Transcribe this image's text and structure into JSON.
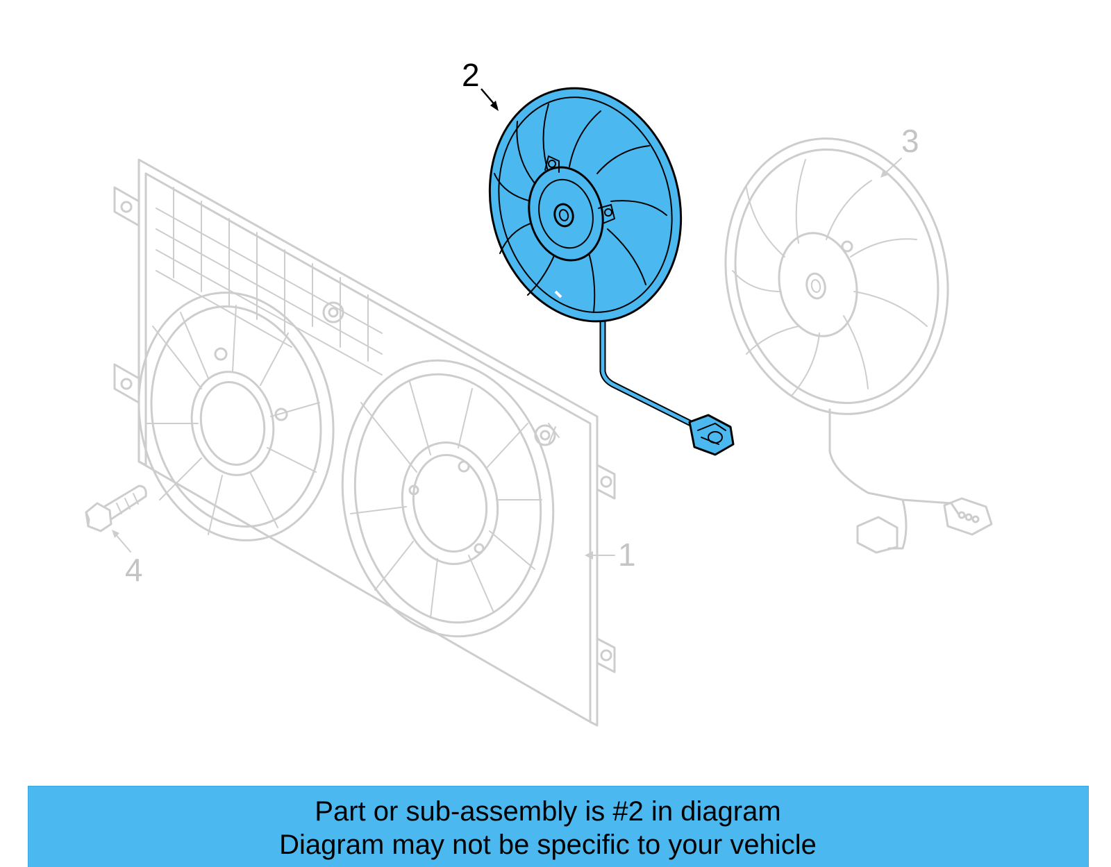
{
  "diagram": {
    "callouts": [
      {
        "id": "1",
        "label": "1",
        "state": "ghost"
      },
      {
        "id": "2",
        "label": "2",
        "state": "active"
      },
      {
        "id": "3",
        "label": "3",
        "state": "ghost"
      },
      {
        "id": "4",
        "label": "4",
        "state": "ghost"
      }
    ],
    "colors": {
      "highlight_fill": "#4cb8f0",
      "ghost_stroke": "#cdcdcd",
      "banner_bg": "#4cb8f0",
      "active_stroke": "#000000"
    }
  },
  "banner": {
    "line1": "Part or sub-assembly is #2 in diagram",
    "line2": "Diagram may not be specific to your vehicle"
  }
}
